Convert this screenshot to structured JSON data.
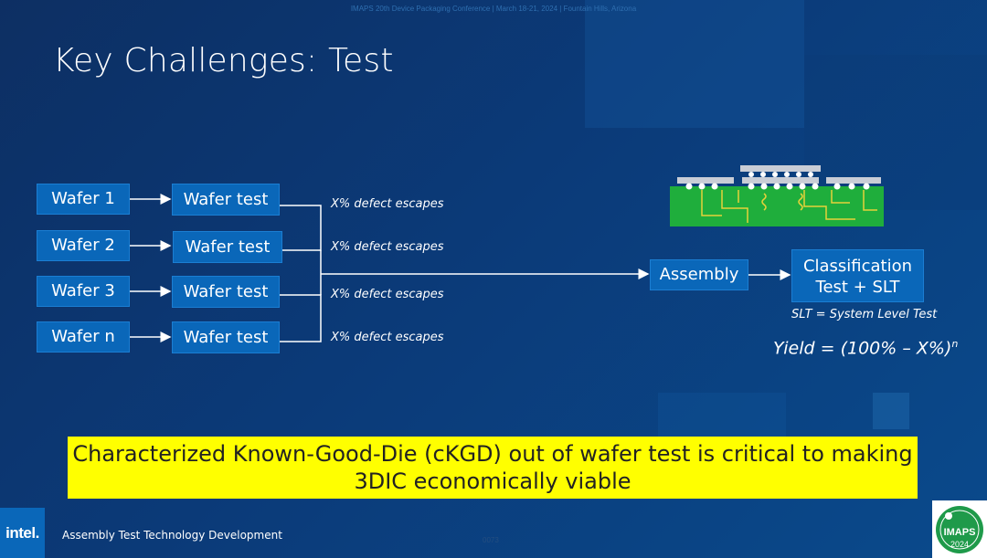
{
  "conference": "IMAPS 20th Device Packaging Conference | March 18-21, 2024 | Fountain Hills, Arizona",
  "title": "Key Challenges: Test",
  "wafers": [
    {
      "label": "Wafer 1",
      "test": "Wafer test",
      "escape": "X% defect escapes"
    },
    {
      "label": "Wafer 2",
      "test": "Wafer test",
      "escape": "X% defect escapes"
    },
    {
      "label": "Wafer 3",
      "test": "Wafer test",
      "escape": "X% defect escapes"
    },
    {
      "label": "Wafer n",
      "test": "Wafer test",
      "escape": "X% defect escapes"
    }
  ],
  "assembly": "Assembly",
  "classification": {
    "line1": "Classification",
    "line2": "Test + SLT"
  },
  "slt_note": "SLT = System Level Test",
  "yield": {
    "formula": "Yield = (100% – X%)",
    "exponent": "n"
  },
  "banner": {
    "line1": "Characterized Known-Good-Die (cKGD) out of wafer test is critical to making",
    "line2": "3DIC economically viable"
  },
  "footer": {
    "brand": "intel.",
    "text": "Assembly Test Technology Development",
    "page": "0073"
  },
  "logo": {
    "text": "IMAPS",
    "year": "2024"
  },
  "colors": {
    "box": "#0a67b9",
    "banner": "#ffff00",
    "pcb": "#1fae3c",
    "trace": "#e6d23a"
  }
}
